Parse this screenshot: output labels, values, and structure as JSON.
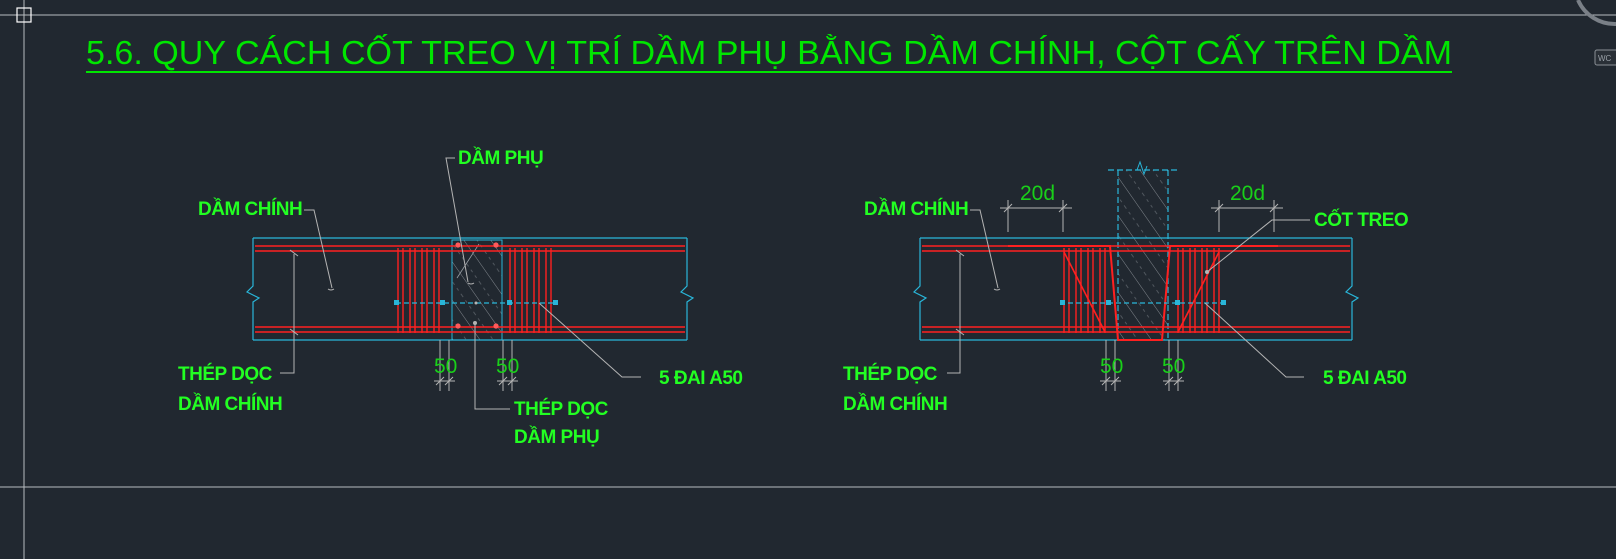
{
  "title": "5.6. QUY CÁCH CỐT TREO VỊ TRÍ DẦM PHỤ BẰNG DẦM CHÍNH, CỘT CẤY TRÊN DẦM",
  "nav_cube_label": "WC",
  "colors": {
    "background": "#212830",
    "annotation_text": "#22ff22",
    "rebar": "#ff2020",
    "concrete_outline": "#29b6d9",
    "leader": "#b4b4b4"
  },
  "left_detail": {
    "label_dam_chinh": "DẦM CHÍNH",
    "label_dam_phu": "DẦM PHỤ",
    "label_thep_doc_1": "THÉP DỌC",
    "label_thep_doc_2": "DẦM CHÍNH",
    "label_thep_doc_phu_1": "THÉP DỌC",
    "label_thep_doc_phu_2": "DẦM PHỤ",
    "label_dai": "5 ĐAI A50",
    "dim_left": "50",
    "dim_right": "50"
  },
  "right_detail": {
    "label_dam_chinh": "DẦM CHÍNH",
    "label_cot_treo": "CỐT TREO",
    "label_thep_doc_1": "THÉP DỌC",
    "label_thep_doc_2": "DẦM CHÍNH",
    "label_dai": "5 ĐAI A50",
    "dim_top_left": "20d",
    "dim_top_right": "20d",
    "dim_left": "50",
    "dim_right": "50"
  }
}
